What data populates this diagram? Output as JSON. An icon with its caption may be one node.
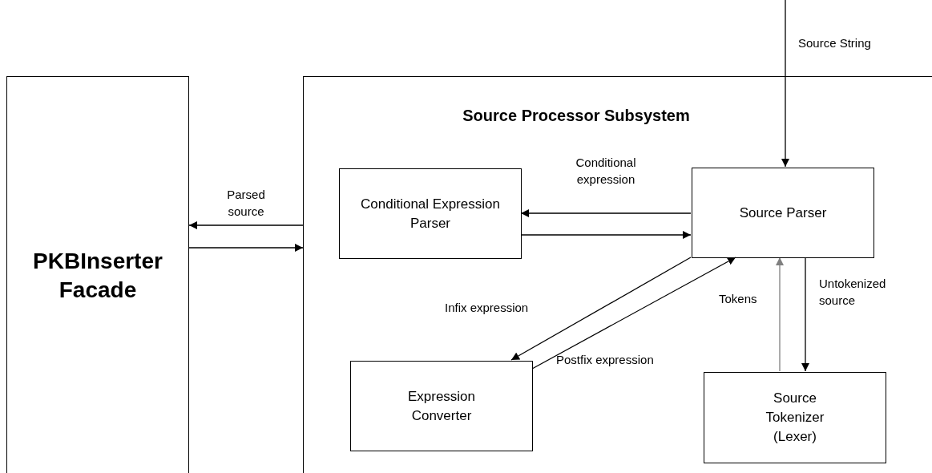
{
  "diagram": {
    "nodes": [
      {
        "text": [
          "PKBInserter Facade"
        ]
      },
      {
        "text": [
          "Source Processor Subsystem"
        ]
      },
      {
        "text": [
          "Conditional Expression Parser"
        ],
        "in": 1
      },
      {
        "text": [
          "Source Parser"
        ],
        "in": 1
      },
      {
        "text": [
          "Expression Converter"
        ],
        "in": 1
      },
      {
        "text": [
          "Source Tokenizer (Lexer)"
        ],
        "in": 1
      }
    ],
    "edges": [
      {
        "from": null,
        "to": 3,
        "arrow": "to",
        "label": "Source String"
      },
      {
        "from": 3,
        "to": 2,
        "arrow": "to",
        "label": "Conditional expression"
      },
      {
        "from": 2,
        "to": 3,
        "arrow": "to"
      },
      {
        "from": 1,
        "to": 0,
        "arrow": "to",
        "label": "Parsed source"
      },
      {
        "from": 0,
        "to": 1,
        "arrow": "to"
      },
      {
        "from": 3,
        "to": 4,
        "arrow": "to",
        "label": "Infix expression"
      },
      {
        "from": 4,
        "to": 3,
        "arrow": "to",
        "label": "Postfix expression"
      },
      {
        "from": 3,
        "to": 5,
        "arrow": "to",
        "label": "Untokenized source"
      },
      {
        "from": 5,
        "to": 3,
        "arrow": "to",
        "label": "Tokens",
        "color": "#808080"
      }
    ]
  }
}
